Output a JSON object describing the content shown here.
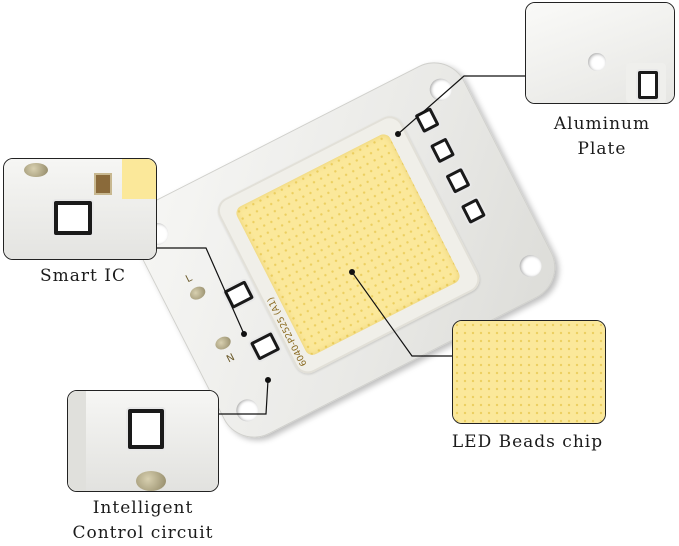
{
  "labels": {
    "aluminum_line1": "Aluminum",
    "aluminum_line2": "Plate",
    "smart_ic": "Smart IC",
    "intelligent_line1": "Intelligent",
    "intelligent_line2": "Control circuit",
    "led_beads": "LED Beads chip"
  },
  "board": {
    "marking": "6040-P2525",
    "marking_suffix": "(A1)",
    "terminal_l": "L",
    "terminal_n": "N"
  },
  "colors": {
    "led": "#fbe89a",
    "board": "#ececea",
    "outline": "#222222"
  }
}
